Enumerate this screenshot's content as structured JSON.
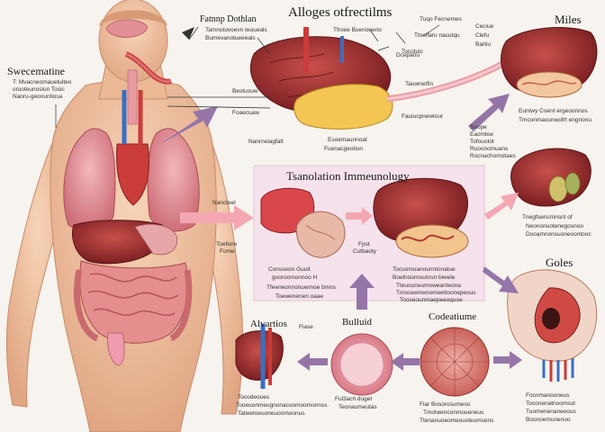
{
  "labels": {
    "left_title": "Swecematine",
    "left_sub1": "T: Mvacneomauetuiteo",
    "left_sub2": "oruoteunosiun Tosic",
    "left_sub3": "Naoru-geonuntiosa",
    "head_title": "Fatnnp Dothlan",
    "head_sub1": "Tamnotuvoevn teoueals",
    "head_sub2": "Bumevanotueeeals",
    "top_title": "Alloges otfrectilms",
    "top_sub1": "Tuqo Fecnemes",
    "top_sub2": "Ttoelfaru nacutqu",
    "top_sub3": "Tocotuic",
    "top_sub4": "Ceciue",
    "top_sub5": "Clefu",
    "top_sub6": "Bartiu",
    "upper_mid1": "Bestuouw",
    "upper_mid2": "Foaecuaw",
    "upper_mid3": "Nanrnelagfalt",
    "upper_mid4": "Esoemaunnoat",
    "upper_mid5": "Fuenacgeotion",
    "liver_top_a": "Tfroee Buenonerio",
    "liver_top_b": "Dcepanu",
    "liver_top_c": "Tauwnetfin",
    "liver_top_d": "Fauiucpnewtoul",
    "miles_title": "Miles",
    "miles_sub1": "Euntwy Coent ergeoonnos",
    "miles_sub2": "Tmconmaounwofrt engnonu",
    "miles_list1": "Soope",
    "miles_list2": "Eaomtoe",
    "miles_list3": "Tofouotot",
    "miles_list4": "Ruoonomuans",
    "miles_list5": "Rocnachomotaes",
    "center_title": "Tsanolation Immeunolugy",
    "center_left1": "Nancteel",
    "center_left2": "Toetiore",
    "center_left3": "Fome",
    "center_mid1": "Fpst",
    "center_mid2": "Cutbaoty",
    "center_cap1": "Consseon Guuit",
    "center_cap2": "gooroomonnoo H",
    "center_cap3": "Tfeeneonnonuwmoe bmns",
    "center_cap4": "Toewenenen oaae",
    "center_cap5": "Tocuomuanounntonatue",
    "center_cap6": "Boelnoornoutnsn biwele",
    "center_cap7": "Tteuouneumoweanteona",
    "center_cap8": "Tmooeemenomeettoonepeous",
    "center_cap9": "Tooseounmaepeeoquoe",
    "right_mid1": "Tnegfoencmnsnt of",
    "right_mid2": "Neononuotenegosnoo",
    "right_mid3": "Dooamnonsuoneoontooc",
    "goles_title": "Goles",
    "goles_sub1": "Focnmanooneus",
    "goles_sub2": "Toconenatnoomsut",
    "goles_sub3": "Tuomenenaneoous",
    "goles_sub4": "Boonoemunenoo",
    "alv_title": "Alvartios",
    "alv_sub": "Fiase",
    "alv_cap1": "Tocodeoues",
    "alv_cap2": "Tooeuonmeugnonacoomoomonnss",
    "alv_cap3": "Tatwetoeuoneuoomoonus",
    "bult_title": "Bulluid",
    "bult_cap1": "Ful3ach duget",
    "bult_cap2": "Teonaumeutas",
    "cod_title": "Codeatiume",
    "cod_cap1": "Fiar Bosorosumeos",
    "cod_cap2": "Tmolwenconmoueneus",
    "cod_cap3": "Ttenanuoeomeousteumsens"
  },
  "colors": {
    "skin": "#f1c5a3",
    "skin_shade": "#e2a883",
    "liver": "#a8322e",
    "liver_dark": "#7b1f22",
    "lung": "#e69aa0",
    "gall": "#f2c44c",
    "arrow_purple": "#9575a8",
    "arrow_pink": "#f4a7b3",
    "panel": "#f5e0ea",
    "vessel_blue": "#3a6fc2"
  }
}
